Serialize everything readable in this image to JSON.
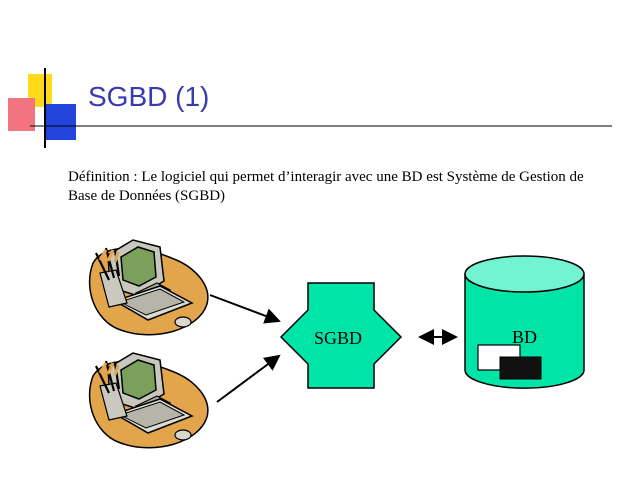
{
  "slide": {
    "title": "SGBD (1)",
    "definition": "Définition : Le logiciel qui permet d’interagir avec une BD est Système de Gestion de Base de Données (SGBD)"
  },
  "diagram": {
    "sgbd_label": "SGBD",
    "bd_label": "BD",
    "colors": {
      "accent_fill": "#00e4a8",
      "database_top": "#72f3d1",
      "title_text": "#3a3ab0",
      "deco_yellow": "#ffd91a",
      "deco_blue": "#2244dd",
      "deco_red": "#f27480"
    },
    "icons": [
      "computer-user-1-icon",
      "computer-user-2-icon",
      "arrow-to-sgbd-icon",
      "bidirectional-arrow-icon",
      "database-cylinder-icon"
    ]
  }
}
